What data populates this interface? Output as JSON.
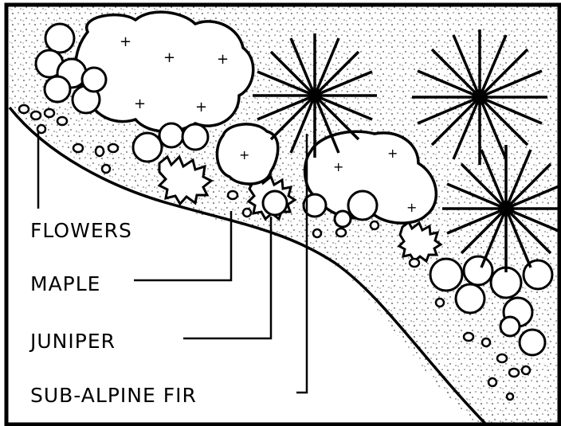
{
  "diagram": {
    "labels": {
      "flowers": "FLOWERS",
      "maple": "MAPLE",
      "juniper": "JUNIPER",
      "fir": "SUB-ALPINE FIR"
    },
    "colors": {
      "ink": "#000000",
      "paper": "#ffffff"
    }
  }
}
